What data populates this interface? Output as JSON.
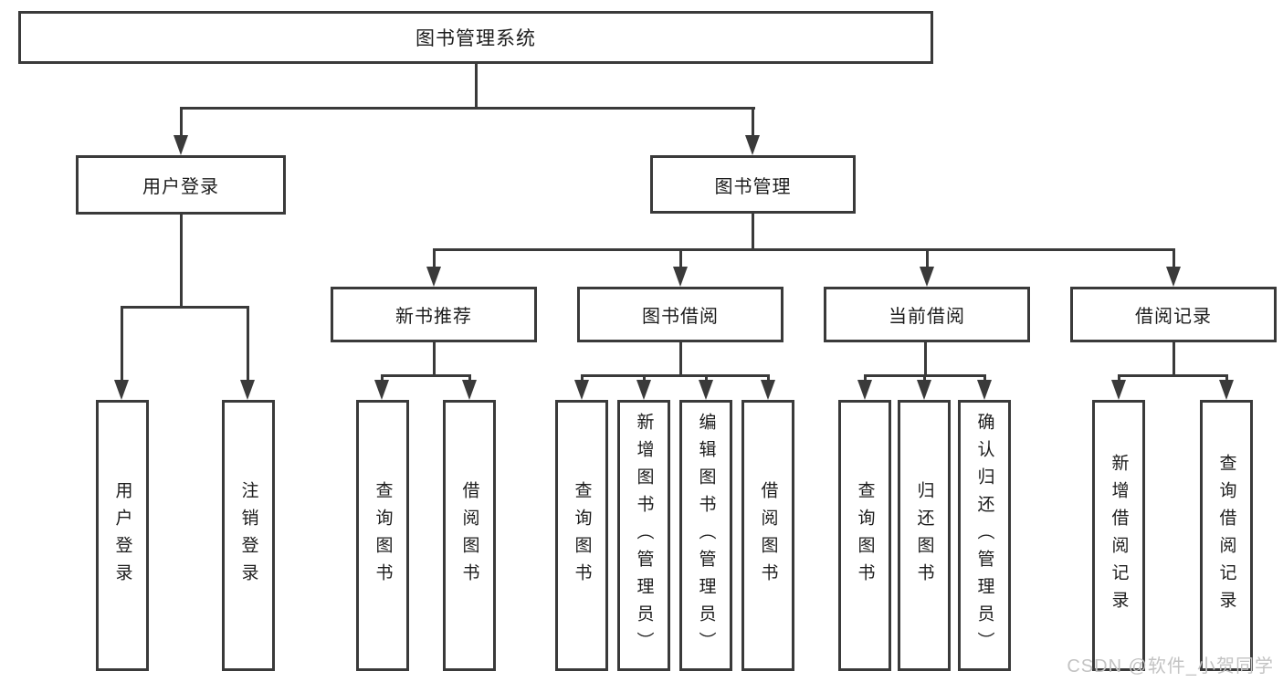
{
  "diagram": {
    "root": {
      "label": "图书管理系统"
    },
    "branches": {
      "user_login": {
        "label": "用户登录",
        "children": [
          {
            "label": "用户登录"
          },
          {
            "label": "注销登录"
          }
        ]
      },
      "book_mgmt": {
        "label": "图书管理",
        "sections": [
          {
            "label": "新书推荐",
            "children": [
              {
                "label": "查询图书"
              },
              {
                "label": "借阅图书"
              }
            ]
          },
          {
            "label": "图书借阅",
            "children": [
              {
                "label": "查询图书"
              },
              {
                "label": "新增图书（管理员）"
              },
              {
                "label": "编辑图书（管理员）"
              },
              {
                "label": "借阅图书"
              }
            ]
          },
          {
            "label": "当前借阅",
            "children": [
              {
                "label": "查询图书"
              },
              {
                "label": "归还图书"
              },
              {
                "label": "确认归还（管理员）"
              }
            ]
          },
          {
            "label": "借阅记录",
            "children": [
              {
                "label": "新增借阅记录"
              },
              {
                "label": "查询借阅记录"
              }
            ]
          }
        ]
      }
    }
  },
  "watermark": {
    "text": "CSDN @软件_小贺同学"
  },
  "colors": {
    "line": "#3a3a3a",
    "text": "#1c1c1c",
    "background": "#ffffff",
    "watermark": "#c3c3c3"
  }
}
